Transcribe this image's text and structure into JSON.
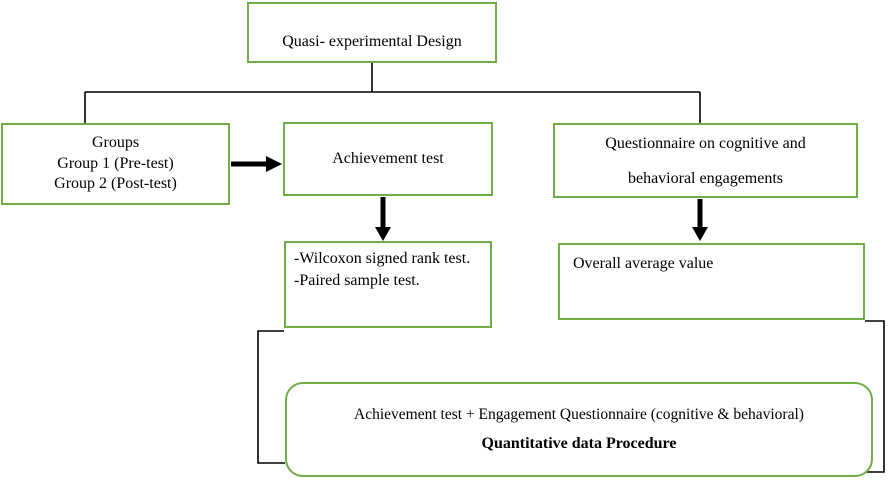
{
  "diagram": {
    "title_box": {
      "label": "Quasi- experimental Design"
    },
    "groups_box": {
      "lines": [
        "Groups",
        "Group 1 (Pre-test)",
        "Group 2 (Post-test)"
      ]
    },
    "achievement_box": {
      "label": "Achievement test"
    },
    "questionnaire_box": {
      "lines": [
        "Questionnaire on cognitive and",
        "behavioral engagements"
      ]
    },
    "tests_box": {
      "items": [
        "-Wilcoxon signed rank test.",
        "-Paired sample test."
      ]
    },
    "overall_box": {
      "label": "Overall average value"
    },
    "summary_box": {
      "line1": "Achievement test + Engagement Questionnaire (cognitive & behavioral)",
      "line2": "Quantitative data Procedure"
    }
  },
  "colors": {
    "box_border_green": "#70AD47",
    "connector_black": "#000000",
    "background": "#FFFFFF",
    "text": "#000000"
  }
}
